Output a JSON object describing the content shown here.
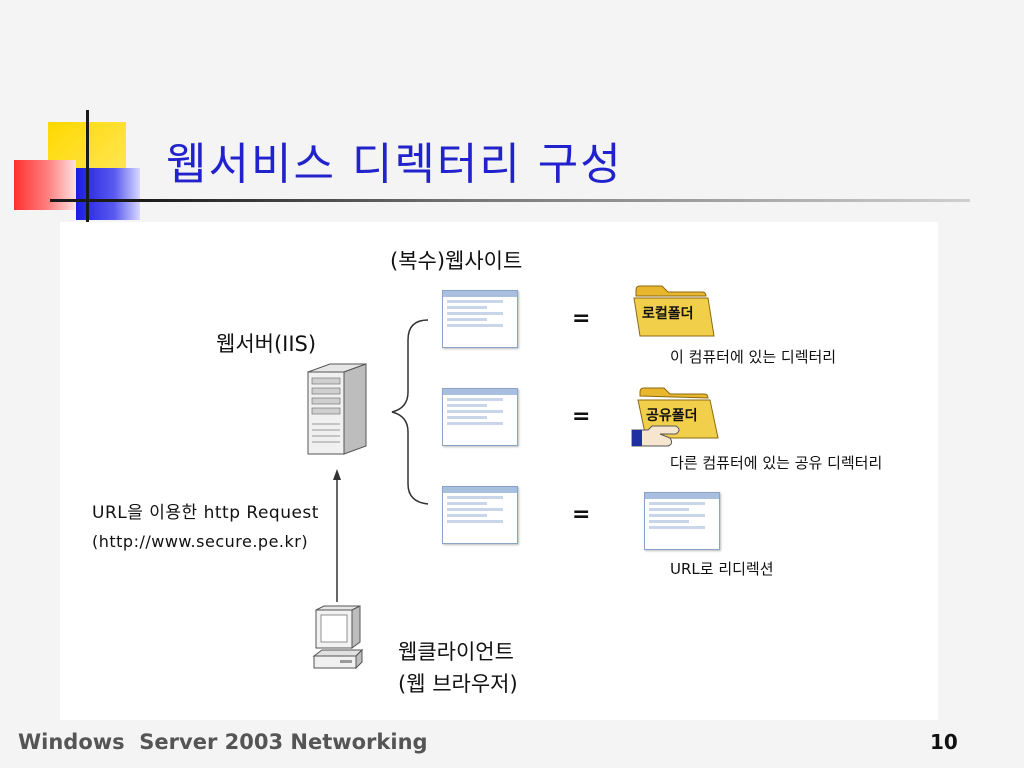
{
  "slide": {
    "title": "웹서비스 디렉터리 구성",
    "footer": "Windows  Server 2003 Networking",
    "page_number": "10"
  },
  "diagram": {
    "websites_label": "(복수)웹사이트",
    "server_label": "웹서버(IIS)",
    "request_line1": "URL을 이용한 http Request",
    "request_line2": "(http://www.secure.pe.kr)",
    "client_line1": "웹클라이언트",
    "client_line2": "(웹 브라우저)",
    "equals": "=",
    "targets": [
      {
        "folder_label": "로컬폴더",
        "caption": "이 컴퓨터에 있는 디렉터리",
        "icon": "folder-icon"
      },
      {
        "folder_label": "공유폴더",
        "caption": "다른 컴퓨터에 있는 공유 디렉터리",
        "icon": "shared-folder-icon"
      },
      {
        "caption": "URL로 리디렉션",
        "icon": "web-page-icon"
      }
    ]
  },
  "colors": {
    "title": "#2222cc",
    "folder": "#f2cf4a",
    "accent_yellow": "#ffd800",
    "accent_red": "#ff3030",
    "accent_blue": "#1c1ce0"
  }
}
